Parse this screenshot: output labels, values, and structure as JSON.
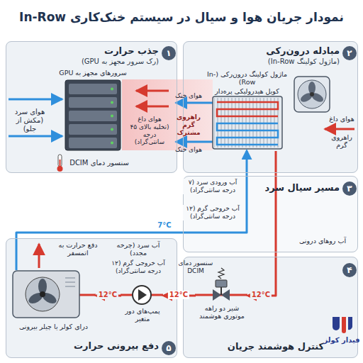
{
  "diagram": {
    "title": "نمودار جریان هوا و سیال در سیستم خنک‌کاری In-Row",
    "nodes": [
      {
        "text": [
          "۱",
          "جذب حرارت",
          "(رک سرور مجهز به GPU)"
        ]
      },
      {
        "text": [
          "سرورهای مجهز به GPU"
        ],
        "in": 0
      },
      {
        "text": [
          "۲",
          "مبادله درون‌رکی",
          "(ماژول کولینگ In-Row)"
        ]
      },
      {
        "text": [
          "ماژول کولینگ درون‌رکی (In-Row)",
          "کویل هیدرولیکی پره‌دار"
        ],
        "in": 2
      },
      {
        "text": [
          "۳",
          "مسیر سیال سرد"
        ]
      },
      {
        "text": [
          "۴",
          "کنترل هوشمند جریان"
        ]
      },
      {
        "text": [
          "شیر دو راهه موتوری هوشمند"
        ],
        "in": 5
      },
      {
        "text": [
          "۵",
          "دفع بیرونی حرارت"
        ]
      },
      {
        "text": [
          "پمپ‌های دور متغیر"
        ],
        "in": 7
      },
      {
        "text": [
          "درای کولر یا چیلر بیرونی"
        ],
        "in": 7
      }
    ],
    "edges": [
      {
        "from": 3,
        "to": 6,
        "arrow": "to",
        "label": "12°C"
      },
      {
        "from": 6,
        "to": 8,
        "arrow": "to",
        "label": "12°C"
      },
      {
        "from": 8,
        "to": 9,
        "arrow": "to",
        "label": "12°C"
      },
      {
        "from": 9,
        "to": 3,
        "arrow": "to",
        "label": "7°C"
      }
    ],
    "labels": [
      "هوای سرد (مکش از جلو)",
      "هوای داغ (تخلیه بالای ۴۵ درجه سانتی‌گراد)",
      "راهروی گرم مشترک",
      "سنسور دمای DCIM",
      "هوای خنک",
      "هوای خنک",
      "هوای داغ",
      "راهروی گرم",
      "آب ورودی سرد (۷ درجه سانتی‌گراد)",
      "آب خروجی گرم (۱۲ درجه سانتی‌گراد)",
      "آب روهای درونی",
      "سنسور دمای DCIM",
      "دفع حرارت به اتمسفر",
      "آب سرد (چرخه مجدد)",
      "آب خروجی گرم (۱۲ درجه سانتی‌گراد)",
      "فیدار کولز"
    ]
  }
}
